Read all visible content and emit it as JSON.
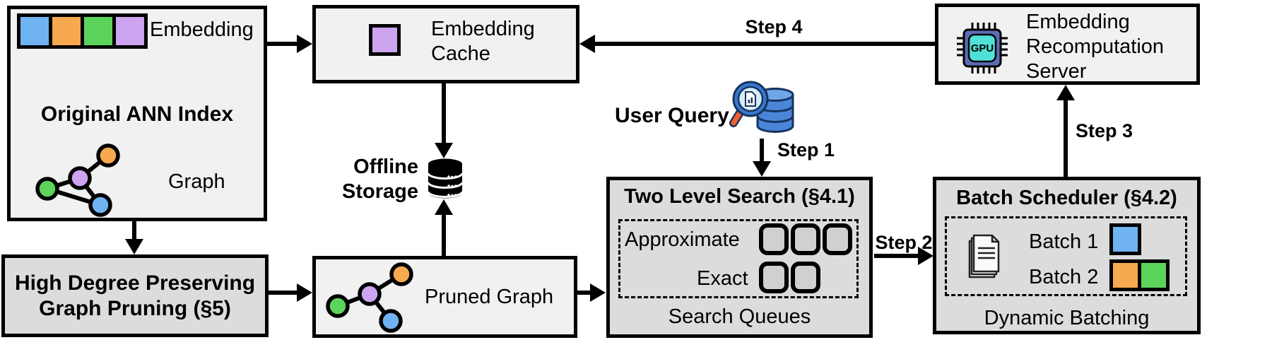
{
  "colors": {
    "blue": "#6FB3F2",
    "orange": "#F7A94F",
    "green": "#5CD45C",
    "purple": "#CDA4F0",
    "box_light": "#F1F1F1",
    "box_dark": "#DCDCDC",
    "line": "#000000",
    "chip_body": "#5B6CB8",
    "chip_screen": "#4FE0D8",
    "query_db": "#4A86D8",
    "query_lens": "#D6ECFA",
    "query_handle": "#F2622E"
  },
  "ann_index": {
    "title": "Original ANN Index",
    "embedding_label": "Embedding",
    "graph_label": "Graph"
  },
  "graph_pruning": {
    "line1": "High Degree Preserving",
    "line2": "Graph Pruning (§5)"
  },
  "embedding_cache": {
    "line1": "Embedding",
    "line2": "Cache"
  },
  "offline_storage": {
    "line1": "Offline",
    "line2": "Storage"
  },
  "pruned_graph": {
    "label": "Pruned Graph"
  },
  "user_query": {
    "label": "User Query"
  },
  "two_level_search": {
    "title": "Two Level Search (§4.1)",
    "approximate_label": "Approximate",
    "exact_label": "Exact",
    "caption": "Search Queues",
    "approximate_slots": 3,
    "exact_slots": 2
  },
  "batch_scheduler": {
    "title": "Batch Scheduler (§4.2)",
    "batch1_label": "Batch 1",
    "batch2_label": "Batch 2",
    "caption": "Dynamic Batching"
  },
  "recompute_server": {
    "line1": "Embedding",
    "line2": "Recomputation",
    "line3": "Server",
    "chip_label": "GPU"
  },
  "steps": {
    "step1": "Step 1",
    "step2": "Step 2",
    "step3": "Step 3",
    "step4": "Step 4"
  },
  "icons": {
    "ann_graph": "graph-nodes-icon",
    "pruned_graph": "graph-nodes-icon",
    "offline_storage": "database-icon",
    "user_query": "magnifier-database-icon",
    "gpu": "gpu-chip-icon",
    "batches": "documents-stack-icon"
  }
}
